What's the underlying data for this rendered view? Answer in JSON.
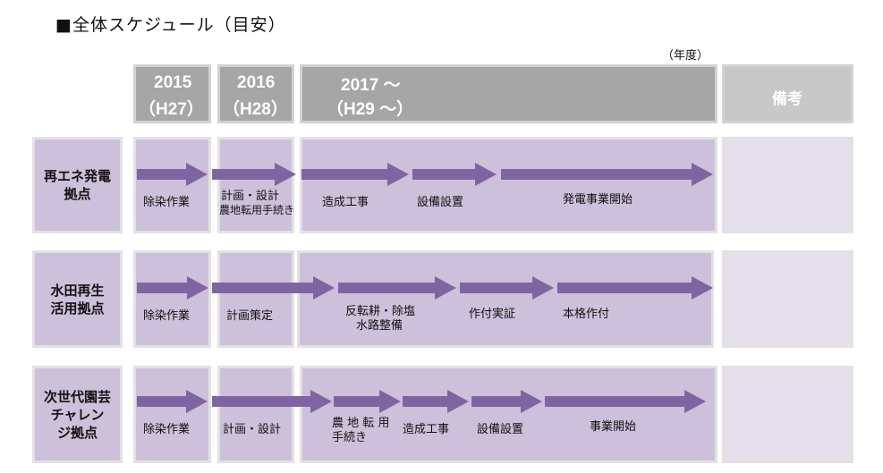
{
  "title": "■全体スケジュール（目安）",
  "unit_label": "（年度）",
  "header": {
    "col2015": {
      "year": "2015",
      "era": "（H27）"
    },
    "col2016": {
      "year": "2016",
      "era": "（H28）"
    },
    "col2017": {
      "year": "2017 ～",
      "era": "（H29 ～）"
    },
    "notes": "備考"
  },
  "rows": [
    {
      "label": "再エネ発電\n拠点",
      "steps": [
        "除染作業",
        "計画・設計",
        "農地転用手続き",
        "造成工事",
        "設備設置",
        "発電事業開始"
      ]
    },
    {
      "label": "水田再生\n活用拠点",
      "steps": [
        "除染作業",
        "計画策定",
        "反転耕・除塩",
        "水路整備",
        "作付実証",
        "本格作付"
      ]
    },
    {
      "label": "次世代園芸\nチャレン\nジ拠点",
      "steps": [
        "除染作業",
        "計画・設計",
        "農 地 転 用",
        "手続き",
        "造成工事",
        "設備設置",
        "事業開始"
      ]
    }
  ],
  "colors": {
    "arrow": "#8064a2",
    "cell": "#ccc0da",
    "header": "#a6a6a6"
  }
}
